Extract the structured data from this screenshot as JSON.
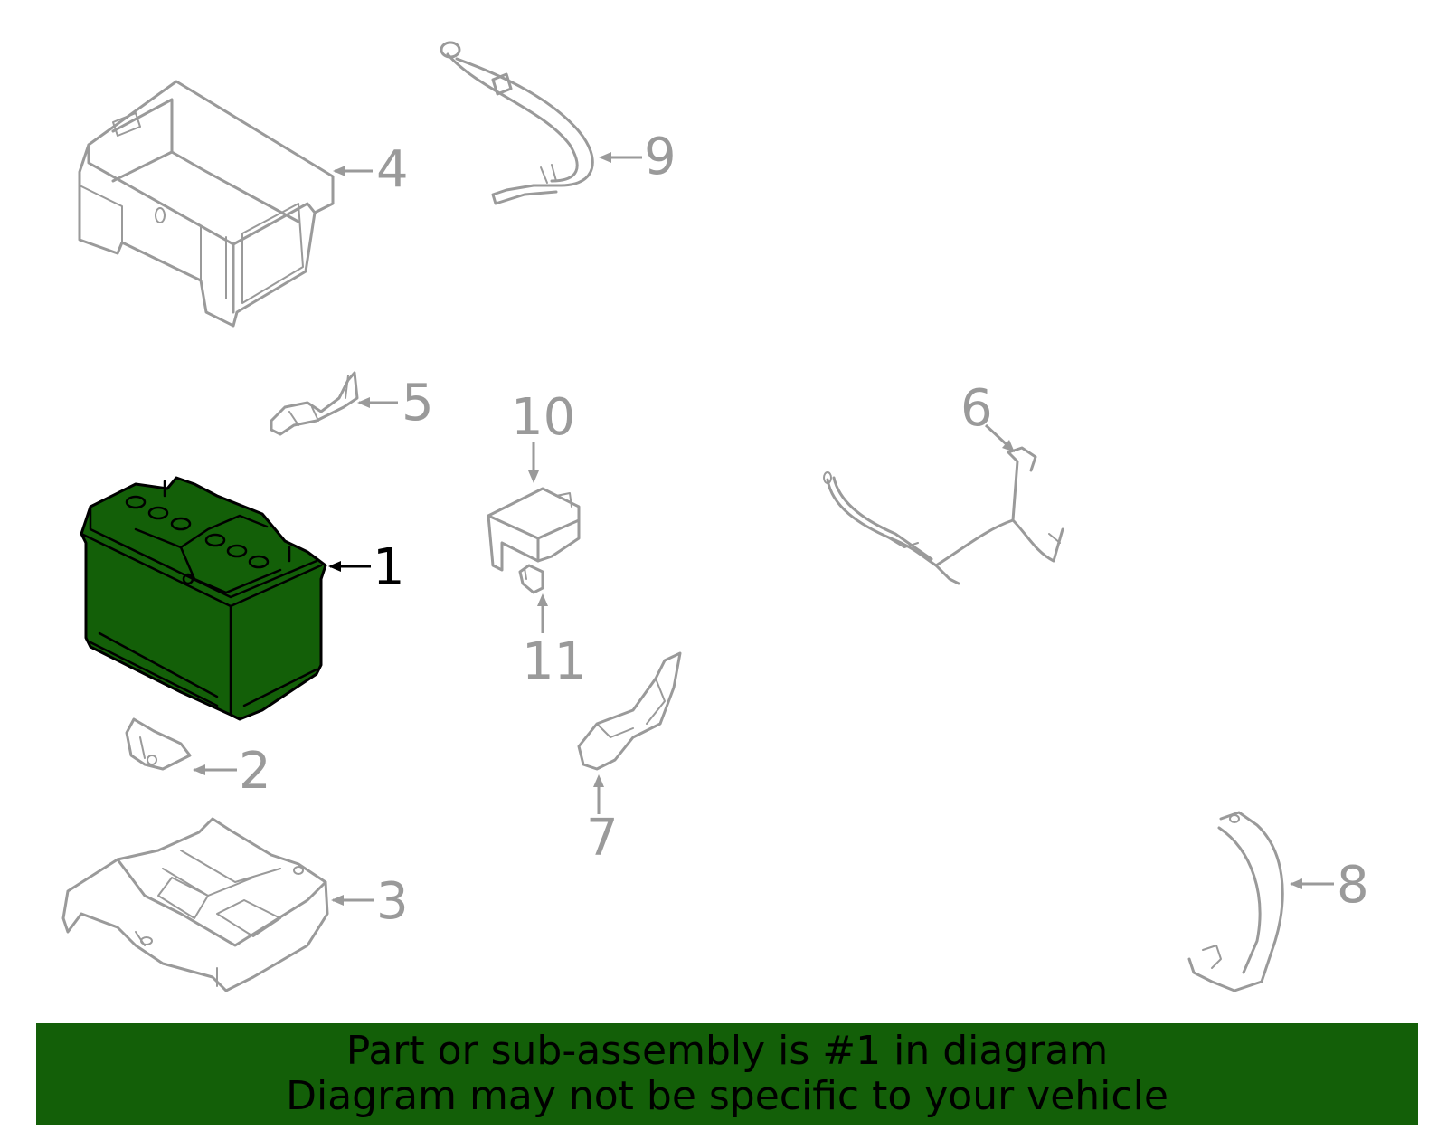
{
  "callouts": {
    "c1": "1",
    "c2": "2",
    "c3": "3",
    "c4": "4",
    "c5": "5",
    "c6": "6",
    "c7": "7",
    "c8": "8",
    "c9": "9",
    "c10": "10",
    "c11": "11"
  },
  "highlight": {
    "part_number": "1",
    "color": "#135f08"
  },
  "banner": {
    "line1": "Part or sub-assembly is #1 in diagram",
    "line2": "Diagram may not be specific to your vehicle"
  }
}
